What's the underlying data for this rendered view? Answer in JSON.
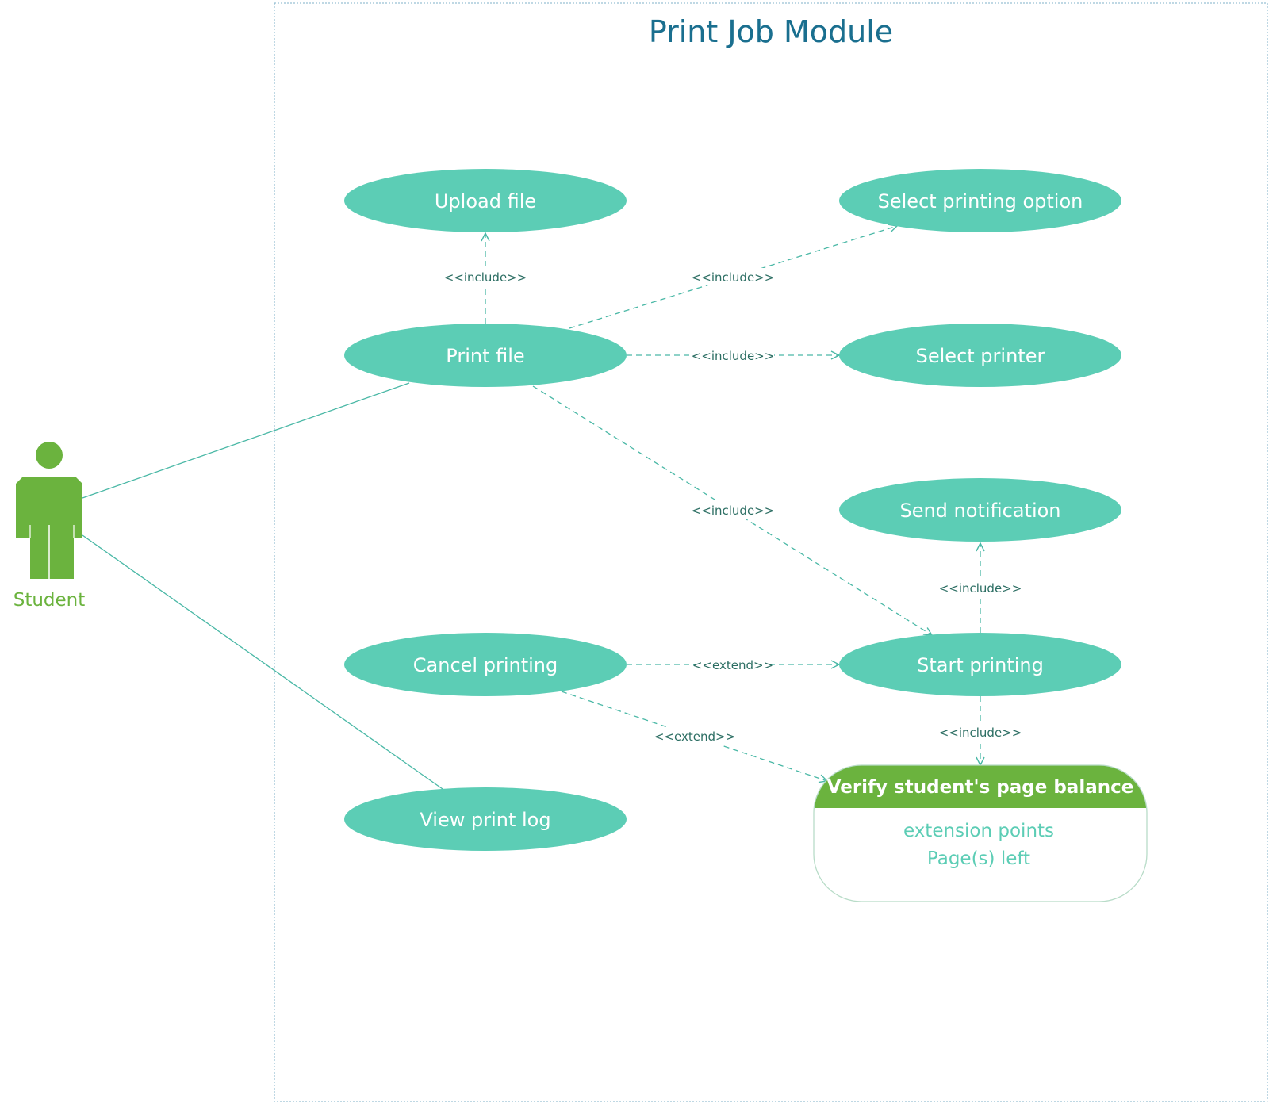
{
  "title": "Print Job Module",
  "actor": {
    "name": "Student",
    "icon": "person-icon"
  },
  "colors": {
    "usecase_fill": "#5ccdb5",
    "actor_green": "#6bb33e",
    "line": "#4ab8a6",
    "title": "#1a6f8f",
    "boundary": "#7fb0c8",
    "relation_text": "#2c6e63"
  },
  "use_cases": {
    "upload_file": "Upload file",
    "print_file": "Print file",
    "cancel_printing": "Cancel printing",
    "view_print_log": "View print log",
    "select_printing_option": "Select printing option",
    "select_printer": "Select printer",
    "send_notification": "Send notification",
    "start_printing": "Start printing",
    "verify_balance": "Verify student's page balance"
  },
  "extension": {
    "heading": "extension points",
    "point": "Page(s) left"
  },
  "relations": {
    "include_upload": "<<include>>",
    "include_option": "<<include>>",
    "include_printer": "<<include>>",
    "include_start": "<<include>>",
    "include_notify": "<<include>>",
    "include_verify": "<<include>>",
    "extend_start": "<<extend>>",
    "extend_verify": "<<extend>>"
  }
}
